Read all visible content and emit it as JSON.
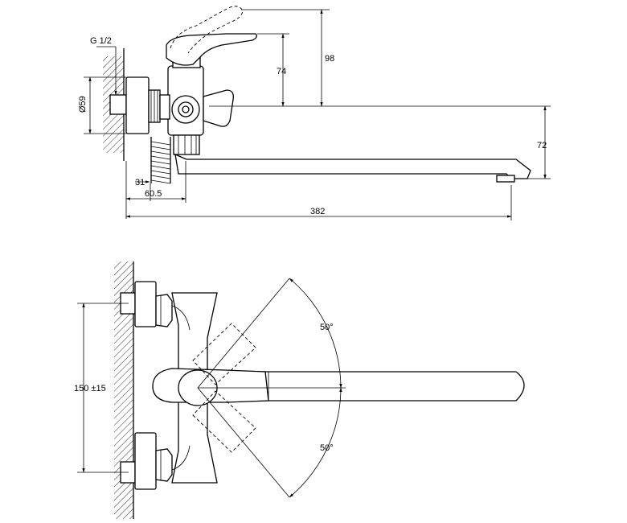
{
  "side_view": {
    "thread_label": "G 1/2",
    "dim_diameter": "Ø59",
    "dim_98": "98",
    "dim_74": "74",
    "dim_72": "72",
    "dim_31": "31",
    "dim_60_5": "60.5",
    "dim_382": "382"
  },
  "top_view": {
    "dim_centers": "150 ±15",
    "angle_upper": "50°",
    "angle_lower": "50°"
  }
}
